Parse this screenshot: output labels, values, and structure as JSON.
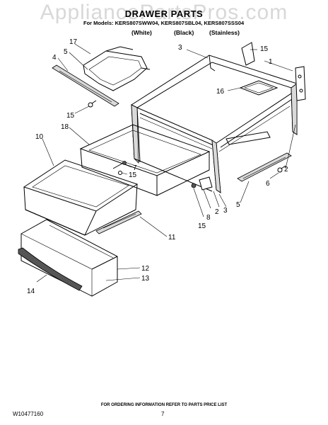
{
  "watermark": "AppliancePartsPros.com",
  "header": {
    "title": "DRAWER PARTS",
    "models": "For Models: KERS807SWW04, KERS807SBL04, KERS807SSS04",
    "variants": [
      "(White)",
      "(Black)",
      "(Stainless)"
    ]
  },
  "callouts": {
    "c1": "1",
    "c2a": "2",
    "c2b": "2",
    "c3a": "3",
    "c3b": "3",
    "c4": "4",
    "c5a": "5",
    "c5b": "5",
    "c6": "6",
    "c7": "7",
    "c8": "8",
    "c10": "10",
    "c11": "11",
    "c12": "12",
    "c13": "13",
    "c14": "14",
    "c15a": "15",
    "c15b": "15",
    "c15c": "15",
    "c15d": "15",
    "c16": "16",
    "c17": "17",
    "c18": "18"
  },
  "footer": {
    "note": "FOR ORDERING INFORMATION REFER TO PARTS PRICE LIST",
    "doc_number": "W10477160",
    "page_number": "7"
  }
}
